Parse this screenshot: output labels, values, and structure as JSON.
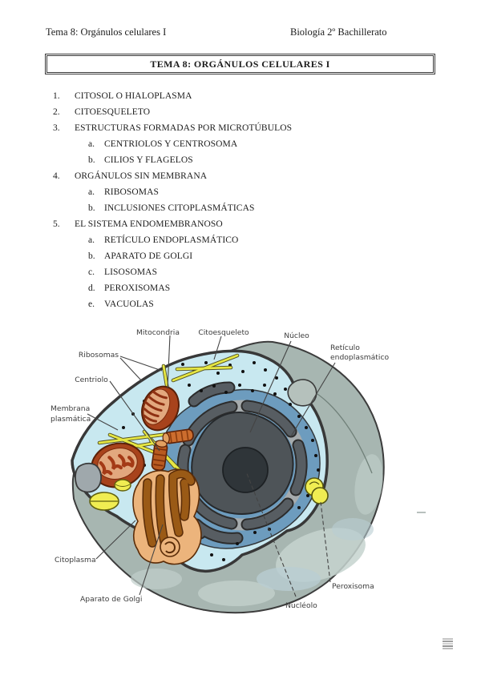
{
  "page": {
    "header": {
      "left": "Tema 8: Orgánulos celulares I",
      "right": "Biología 2º Bachillerato"
    },
    "title_box": {
      "title": "TEMA 8: ORGÁNULOS CELULARES I"
    }
  },
  "outline": {
    "items": [
      {
        "marker": "1.",
        "label": "CITOSOL O HIALOPLASMA",
        "level": 1
      },
      {
        "marker": "2.",
        "label": "CITOESQUELETO",
        "level": 1
      },
      {
        "marker": "3.",
        "label": "ESTRUCTURAS FORMADAS POR MICROTÚBULOS",
        "level": 1
      },
      {
        "marker": "a.",
        "label": "CENTRIOLOS Y CENTROSOMA",
        "level": 2
      },
      {
        "marker": "b.",
        "label": "CILIOS Y FLAGELOS",
        "level": 2
      },
      {
        "marker": "4.",
        "label": "ORGÁNULOS SIN MEMBRANA",
        "level": 1
      },
      {
        "marker": "a.",
        "label": "RIBOSOMAS",
        "level": 2
      },
      {
        "marker": "b.",
        "label": "INCLUSIONES CITOPLASMÁTICAS",
        "level": 2
      },
      {
        "marker": "5.",
        "label": "EL SISTEMA ENDOMEMBRANOSO",
        "level": 1
      },
      {
        "marker": "a.",
        "label": "RETÍCULO ENDOPLASMÁTICO",
        "level": 2
      },
      {
        "marker": "b.",
        "label": "APARATO DE GOLGI",
        "level": 2
      },
      {
        "marker": "c.",
        "label": "LISOSOMAS",
        "level": 2
      },
      {
        "marker": "d.",
        "label": "PEROXISOMAS",
        "level": 2
      },
      {
        "marker": "e.",
        "label": "VACUOLAS",
        "level": 2
      }
    ]
  },
  "diagram": {
    "subject": "animal cell cutaway illustration",
    "labels": {
      "mitocondria": "Mitocondria",
      "citoesqueleto": "Citoesqueleto",
      "nucleo": "Núcleo",
      "reticulo_line1": "Retículo",
      "reticulo_line2": "endoplasmático",
      "ribosomas": "Ribosomas",
      "centriolo": "Centriolo",
      "membrana_line1": "Membrana",
      "membrana_line2": "plasmática",
      "citoplasma": "Citoplasma",
      "aparato_golgi": "Aparato de Golgi",
      "nucleolo": "Nucléolo",
      "peroxisoma": "Peroxisoma"
    },
    "palette": {
      "cell_body": "#a7b6b1",
      "cytoplasm": "#c8e8f0",
      "membrane_line": "#383838",
      "nuclear_region_blue": "#6d9cbe",
      "nucleus": "#4e5458",
      "nucleolus": "#2f3539",
      "er_ribbon": "#575d62",
      "mitochondria": "#a8431c",
      "mitochondria_inner": "#e2a87e",
      "golgi_base": "#ecb47c",
      "golgi_sacs": "#9a5a16",
      "vesicles_yellow": "#f0ed52",
      "cytoskeleton_yellow": "#e6e643",
      "label_text": "#3c3c3c"
    }
  }
}
